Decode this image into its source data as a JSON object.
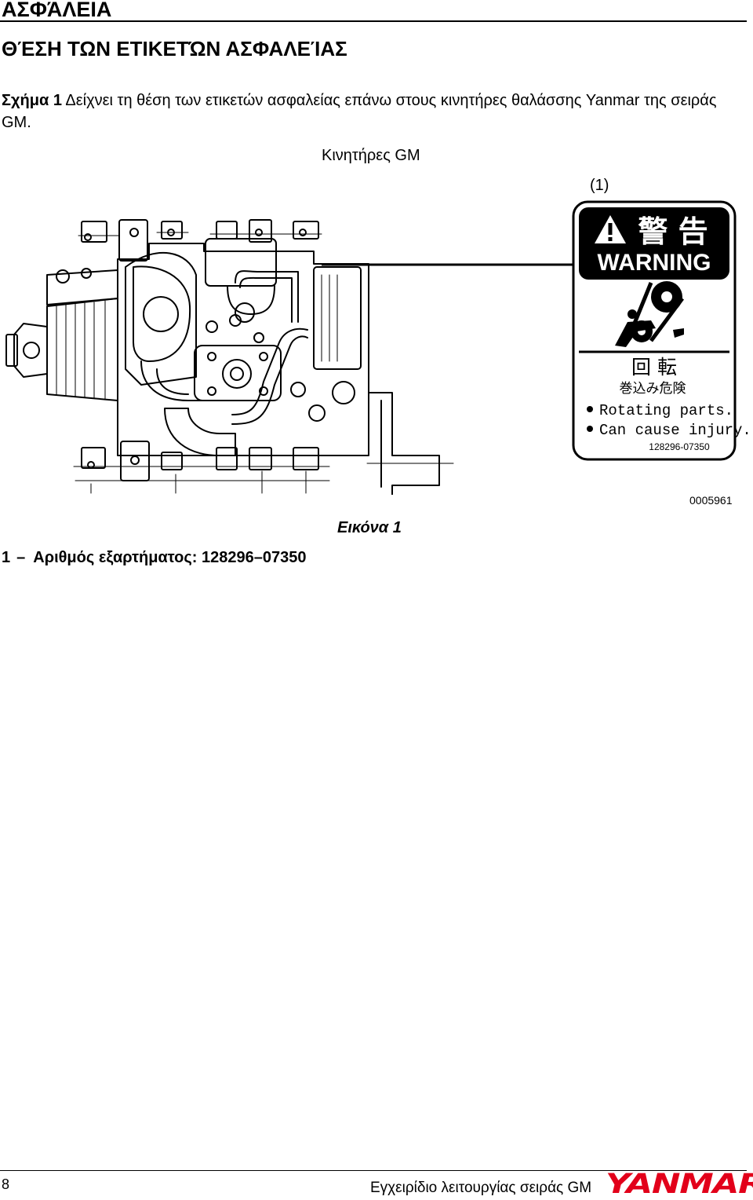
{
  "header": {
    "section_title": "ΑΣΦΆΛΕΙΑ",
    "heading": "ΘΈΣΗ ΤΩΝ ΕΤΙΚΕΤΏΝ ΑΣΦΑΛΕΊΑΣ"
  },
  "intro": {
    "figure_ref": "Σχήμα 1",
    "text": " Δείχνει τη θέση των ετικετών ασφαλείας επάνω στους κινητήρες θαλάσσης Yanmar της σειράς GM."
  },
  "figure": {
    "title": "Κινητήρες GM",
    "callout": "(1)",
    "label": {
      "kanji_title": "警 告",
      "warning": "WARNING",
      "kanji_rotation": "回 転",
      "kanji_danger": "巻込み危険",
      "bullet_1": "Rotating parts.",
      "bullet_2": "Can cause injury.",
      "part_code": "128296-07350"
    },
    "image_code": "0005961",
    "caption": "Εικόνα 1"
  },
  "legend": {
    "number": "1",
    "dash": "–",
    "text": "Αριθμός εξαρτήματος: 128296–07350"
  },
  "footer": {
    "page_number": "8",
    "manual_title": "Εγχειρίδιο λειτουργίας σειράς GM",
    "brand": "YANMAR"
  },
  "colors": {
    "brand_red": "#e2001a",
    "ink": "#000000"
  }
}
